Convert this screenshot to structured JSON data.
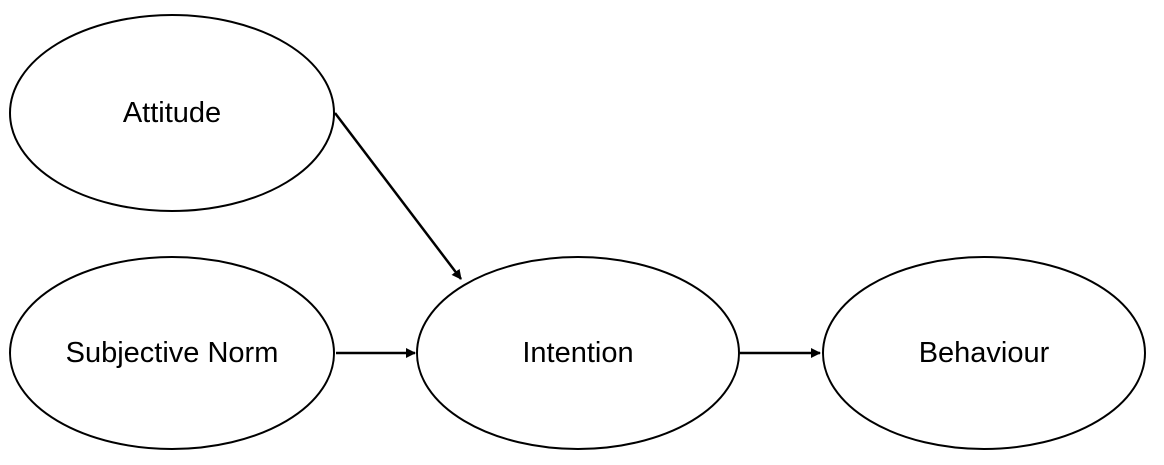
{
  "diagram": {
    "nodes": {
      "attitude": {
        "label": "Attitude"
      },
      "subjective_norm": {
        "label": "Subjective Norm"
      },
      "intention": {
        "label": "Intention"
      },
      "behaviour": {
        "label": "Behaviour"
      }
    },
    "edges": [
      {
        "from": "Attitude",
        "to": "Intention"
      },
      {
        "from": "Subjective Norm",
        "to": "Intention"
      },
      {
        "from": "Intention",
        "to": "Behaviour"
      }
    ],
    "colors": {
      "stroke": "#000000",
      "fill": "#ffffff",
      "text": "#000000"
    }
  }
}
